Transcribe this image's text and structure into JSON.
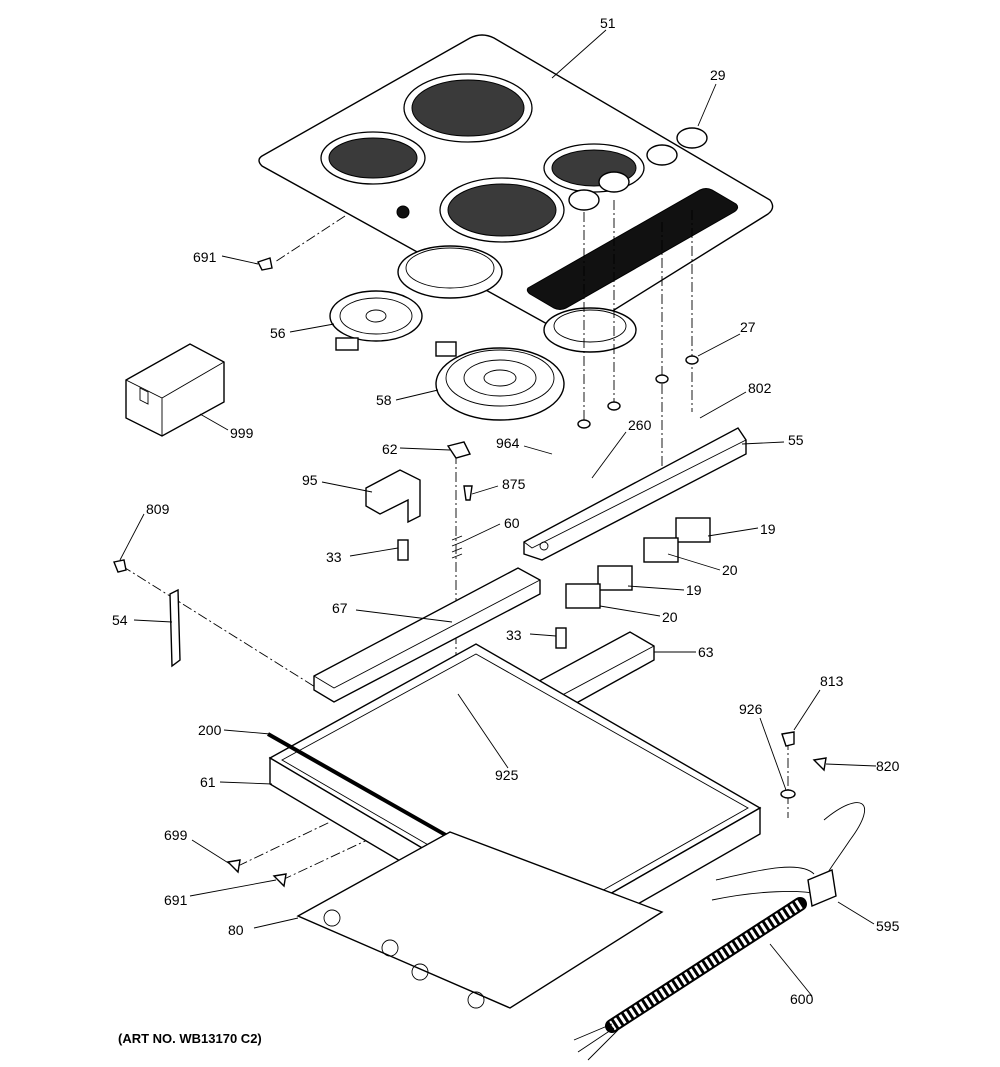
{
  "art_number": "(ART NO. WB13170 C2)",
  "callouts": [
    {
      "id": "51",
      "label": "51"
    },
    {
      "id": "29",
      "label": "29"
    },
    {
      "id": "691a",
      "label": "691"
    },
    {
      "id": "56",
      "label": "56"
    },
    {
      "id": "27",
      "label": "27"
    },
    {
      "id": "999",
      "label": "999"
    },
    {
      "id": "58",
      "label": "58"
    },
    {
      "id": "802",
      "label": "802"
    },
    {
      "id": "62",
      "label": "62"
    },
    {
      "id": "964",
      "label": "964"
    },
    {
      "id": "260",
      "label": "260"
    },
    {
      "id": "55",
      "label": "55"
    },
    {
      "id": "95",
      "label": "95"
    },
    {
      "id": "875",
      "label": "875"
    },
    {
      "id": "809",
      "label": "809"
    },
    {
      "id": "60",
      "label": "60"
    },
    {
      "id": "19a",
      "label": "19"
    },
    {
      "id": "33a",
      "label": "33"
    },
    {
      "id": "20a",
      "label": "20"
    },
    {
      "id": "19b",
      "label": "19"
    },
    {
      "id": "54",
      "label": "54"
    },
    {
      "id": "67",
      "label": "67"
    },
    {
      "id": "20b",
      "label": "20"
    },
    {
      "id": "33b",
      "label": "33"
    },
    {
      "id": "63",
      "label": "63"
    },
    {
      "id": "813",
      "label": "813"
    },
    {
      "id": "926",
      "label": "926"
    },
    {
      "id": "200",
      "label": "200"
    },
    {
      "id": "820",
      "label": "820"
    },
    {
      "id": "925",
      "label": "925"
    },
    {
      "id": "61",
      "label": "61"
    },
    {
      "id": "699",
      "label": "699"
    },
    {
      "id": "691b",
      "label": "691"
    },
    {
      "id": "595",
      "label": "595"
    },
    {
      "id": "80",
      "label": "80"
    },
    {
      "id": "600",
      "label": "600"
    }
  ]
}
